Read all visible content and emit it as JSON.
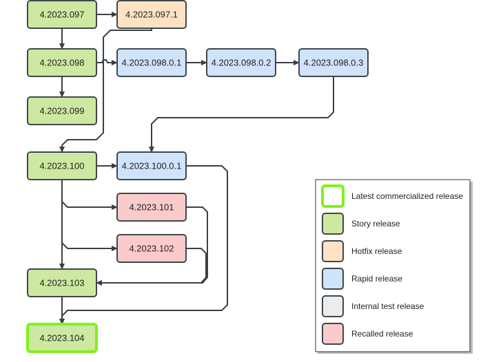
{
  "colors": {
    "story_fill": "#cde8a0",
    "story_stroke": "#5a5a5a",
    "hotfix_fill": "#ffe2c4",
    "rapid_fill": "#cfe3fa",
    "internal_fill": "#ececec",
    "recalled_fill": "#fbcaca",
    "latest_stroke": "#7ff21a",
    "edge": "#3a3f45",
    "node_stroke": "#3f464c"
  },
  "nodes": [
    {
      "id": "n097",
      "label": "4.2023.097",
      "kind": "story"
    },
    {
      "id": "n0971",
      "label": "4.2023.097.1",
      "kind": "hotfix"
    },
    {
      "id": "n098",
      "label": "4.2023.098",
      "kind": "story"
    },
    {
      "id": "n09801",
      "label": "4.2023.098.0.1",
      "kind": "rapid"
    },
    {
      "id": "n09802",
      "label": "4.2023.098.0.2",
      "kind": "rapid"
    },
    {
      "id": "n09803",
      "label": "4.2023.098.0.3",
      "kind": "rapid"
    },
    {
      "id": "n099",
      "label": "4.2023.099",
      "kind": "story"
    },
    {
      "id": "n100",
      "label": "4.2023.100",
      "kind": "story"
    },
    {
      "id": "n10001",
      "label": "4.2023.100.0.1",
      "kind": "rapid"
    },
    {
      "id": "n101",
      "label": "4.2023.101",
      "kind": "recalled"
    },
    {
      "id": "n102",
      "label": "4.2023.102",
      "kind": "recalled"
    },
    {
      "id": "n103",
      "label": "4.2023.103",
      "kind": "story"
    },
    {
      "id": "n104",
      "label": "4.2023.104",
      "kind": "latest"
    }
  ],
  "edges": [
    {
      "from": "n097",
      "to": "n0971"
    },
    {
      "from": "n097",
      "to": "n098"
    },
    {
      "from": "n098",
      "to": "n09801"
    },
    {
      "from": "n09801",
      "to": "n09802"
    },
    {
      "from": "n09802",
      "to": "n09803"
    },
    {
      "from": "n098",
      "to": "n099"
    },
    {
      "from": "n0971",
      "to": "n100"
    },
    {
      "from": "n09803",
      "to": "n10001"
    },
    {
      "from": "n100",
      "to": "n10001"
    },
    {
      "from": "n100",
      "to": "n101"
    },
    {
      "from": "n100",
      "to": "n102"
    },
    {
      "from": "n100",
      "to": "n103"
    },
    {
      "from": "n101",
      "to": "n103"
    },
    {
      "from": "n102",
      "to": "n103"
    },
    {
      "from": "n103",
      "to": "n104"
    },
    {
      "from": "n10001",
      "to": "n104"
    }
  ],
  "legend": [
    {
      "label": "Latest commercialized release",
      "kind": "latest"
    },
    {
      "label": "Story release",
      "kind": "story"
    },
    {
      "label": "Hotfix release",
      "kind": "hotfix"
    },
    {
      "label": "Rapid release",
      "kind": "rapid"
    },
    {
      "label": "Internal test release",
      "kind": "internal"
    },
    {
      "label": "Recalled release",
      "kind": "recalled"
    }
  ]
}
